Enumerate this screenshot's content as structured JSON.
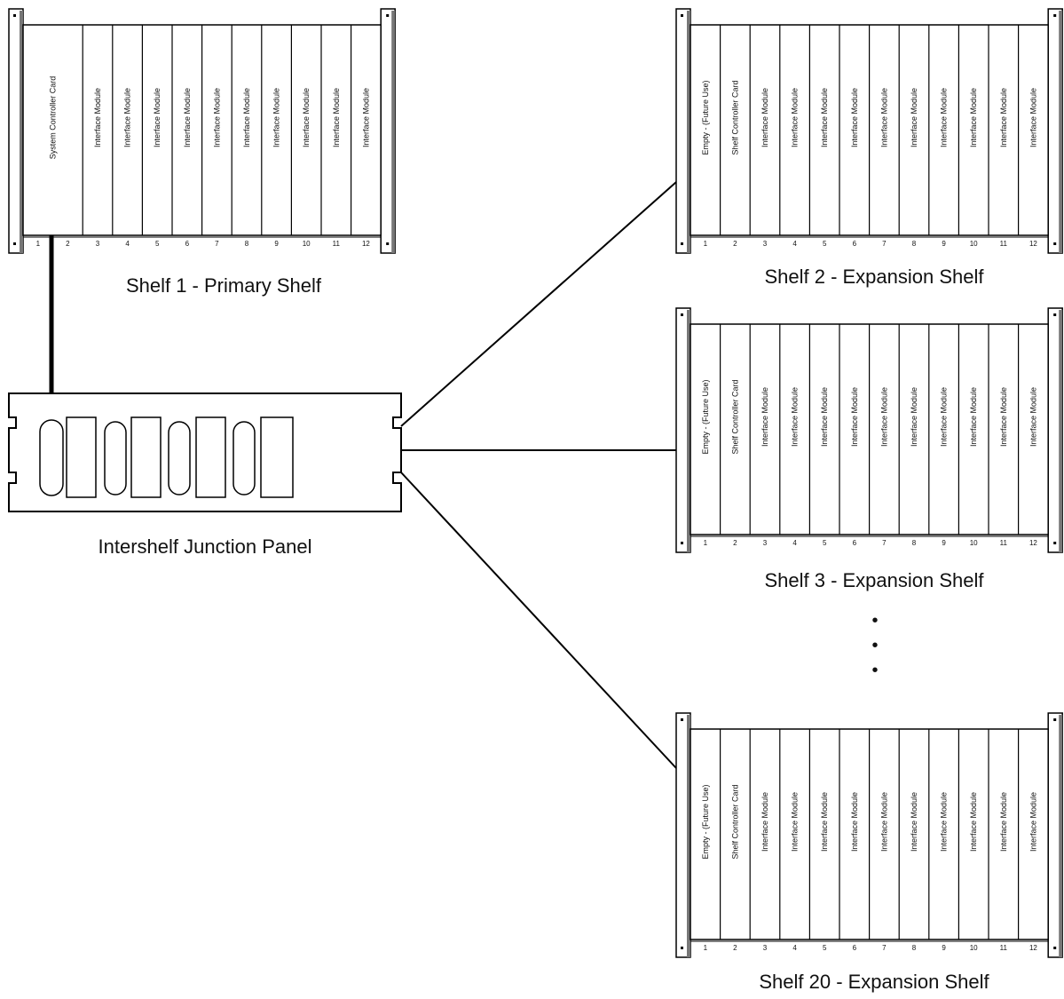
{
  "junction": {
    "label": "Intershelf Junction Panel"
  },
  "shelves": [
    {
      "id": "shelf-1",
      "label": "Shelf 1 - Primary Shelf",
      "slot_numbers": [
        "1",
        "2",
        "3",
        "4",
        "5",
        "6",
        "7",
        "8",
        "9",
        "10",
        "11",
        "12"
      ],
      "cards": [
        "System Controller Card",
        "Interface Module",
        "Interface Module",
        "Interface Module",
        "Interface Module",
        "Interface Module",
        "Interface Module",
        "Interface Module",
        "Interface Module",
        "Interface Module",
        "Interface Module"
      ]
    },
    {
      "id": "shelf-2",
      "label": "Shelf 2 - Expansion Shelf",
      "slot_numbers": [
        "1",
        "2",
        "3",
        "4",
        "5",
        "6",
        "7",
        "8",
        "9",
        "10",
        "11",
        "12"
      ],
      "cards": [
        "Empty - (Future Use)",
        "Shelf Controller Card",
        "Interface Module",
        "Interface Module",
        "Interface Module",
        "Interface Module",
        "Interface Module",
        "Interface Module",
        "Interface Module",
        "Interface Module",
        "Interface Module",
        "Interface Module"
      ]
    },
    {
      "id": "shelf-3",
      "label": "Shelf 3 - Expansion Shelf",
      "slot_numbers": [
        "1",
        "2",
        "3",
        "4",
        "5",
        "6",
        "7",
        "8",
        "9",
        "10",
        "11",
        "12"
      ],
      "cards": [
        "Empty - (Future Use)",
        "Shelf Controller Card",
        "Interface Module",
        "Interface Module",
        "Interface Module",
        "Interface Module",
        "Interface Module",
        "Interface Module",
        "Interface Module",
        "Interface Module",
        "Interface Module",
        "Interface Module"
      ]
    },
    {
      "id": "shelf-20",
      "label": "Shelf 20 - Expansion Shelf",
      "slot_numbers": [
        "1",
        "2",
        "3",
        "4",
        "5",
        "6",
        "7",
        "8",
        "9",
        "10",
        "11",
        "12"
      ],
      "cards": [
        "Empty - (Future Use)",
        "Shelf Controller Card",
        "Interface Module",
        "Interface Module",
        "Interface Module",
        "Interface Module",
        "Interface Module",
        "Interface Module",
        "Interface Module",
        "Interface Module",
        "Interface Module",
        "Interface Module"
      ]
    }
  ],
  "continuation": "• • •"
}
